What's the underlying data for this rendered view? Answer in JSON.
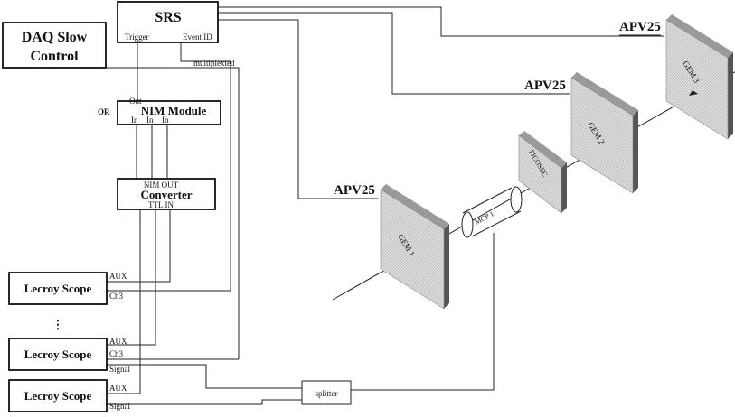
{
  "boxes": {
    "srs": {
      "title": "SRS",
      "trigger": "Trigger",
      "event_id": "Event ID"
    },
    "daq": {
      "line1": "DAQ Slow",
      "line2": "Control"
    },
    "nim": {
      "title": "NIM Module",
      "out": "Out",
      "in1": "In",
      "in2": "In",
      "in3": "In",
      "or": "OR"
    },
    "converter": {
      "title": "Converter",
      "top": "NIM OUT",
      "bottom": "TTL IN"
    },
    "scope1": {
      "label": "Lecroy Scope",
      "aux": "AUX",
      "ch3": "Ch3"
    },
    "scope2": {
      "label": "Lecroy Scope",
      "aux": "AUX",
      "ch3": "Ch3",
      "signal": "Signal"
    },
    "scope3": {
      "label": "Lecroy Scope",
      "aux": "AUX",
      "signal": "Signal"
    },
    "ellipsis": "⋮",
    "splitter": "splitter",
    "multiplexted": "multiplexted"
  },
  "detectors": {
    "apv_label": "APV25",
    "gem1": "GEM 1",
    "gem2": "GEM 2",
    "gem3": "GEM 3",
    "mcp": "MCP 1",
    "picosec": "PICOSEC"
  },
  "colors": {
    "plate_face": "#d8d8d8",
    "plate_edge": "#555555",
    "line": "#222222"
  }
}
